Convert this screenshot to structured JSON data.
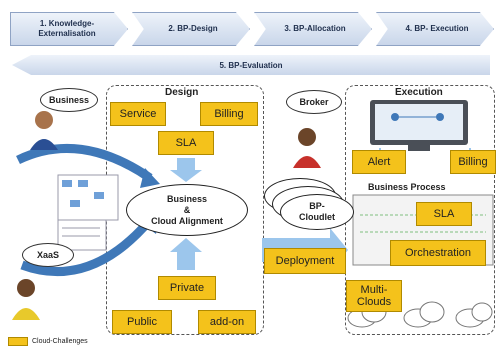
{
  "process_steps": [
    "1. Knowledge-Externalisation",
    "2. BP-Design",
    "3. BP-Allocation",
    "4. BP- Execution"
  ],
  "evaluation_label": "5. BP-Evaluation",
  "design": {
    "title": "Design",
    "service": "Service",
    "billing": "Billing",
    "sla": "SLA",
    "alignment": [
      "Business",
      "&",
      "Cloud Alignment"
    ],
    "private": "Private",
    "public": "Public",
    "addon": "add-on"
  },
  "actors": {
    "business": "Business",
    "xaas": "XaaS",
    "broker": "Broker"
  },
  "cloudlet": "BP-\nCloudlet",
  "deployment": "Deployment",
  "execution": {
    "title": "Execution",
    "alert": "Alert",
    "billing": "Billing",
    "business_process": "Business Process",
    "sla": "SLA",
    "orchestration": "Orchestration",
    "multiclouds": "Multi-\nClouds"
  },
  "legend": "Cloud-Challenges",
  "colors": {
    "challenge": "#f4c21b",
    "arrow_blue": "#3f78b8",
    "light_blue": "#9cc6ec"
  }
}
